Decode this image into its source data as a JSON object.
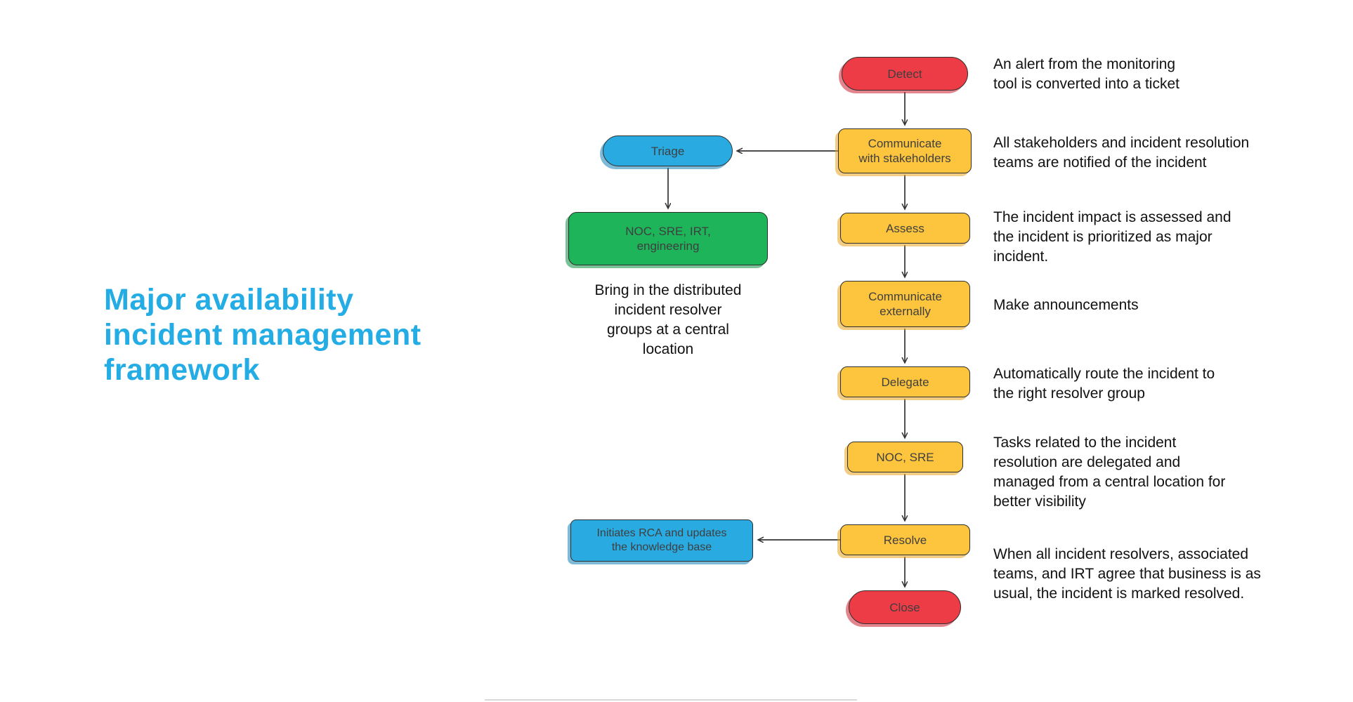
{
  "title": {
    "text": "Major availability\nincident management\nframework",
    "color": "#24ace4"
  },
  "flow": {
    "nodes": [
      {
        "id": "detect",
        "label": "Detect",
        "shape": "pill",
        "color": "#ee3c46"
      },
      {
        "id": "communicate-stakeholders",
        "label": "Communicate\nwith stakeholders",
        "shape": "rect",
        "color": "#fdc53e"
      },
      {
        "id": "triage",
        "label": "Triage",
        "shape": "pill",
        "color": "#29abe2"
      },
      {
        "id": "noc-sre-irt-engineering",
        "label": "NOC, SRE, IRT,\nengineering",
        "shape": "rect",
        "color": "#1db45a"
      },
      {
        "id": "assess",
        "label": "Assess",
        "shape": "rect",
        "color": "#fdc53e"
      },
      {
        "id": "communicate-externally",
        "label": "Communicate\nexternally",
        "shape": "rect",
        "color": "#fdc53e"
      },
      {
        "id": "delegate",
        "label": "Delegate",
        "shape": "rect",
        "color": "#fdc53e"
      },
      {
        "id": "noc-sre",
        "label": "NOC, SRE",
        "shape": "rect",
        "color": "#fdc53e"
      },
      {
        "id": "resolve",
        "label": "Resolve",
        "shape": "rect",
        "color": "#fdc53e"
      },
      {
        "id": "initiates-rca",
        "label": "Initiates RCA and updates\nthe knowledge base",
        "shape": "rect",
        "color": "#29abe2"
      },
      {
        "id": "close",
        "label": "Close",
        "shape": "pill",
        "color": "#ee3c46"
      }
    ],
    "side_note": "Bring in the distributed\nincident resolver\ngroups at a central\nlocation"
  },
  "annotations": [
    {
      "for": "detect",
      "text": "An alert from the monitoring\ntool is converted into a ticket"
    },
    {
      "for": "communicate-stakeholders",
      "text": "All stakeholders and incident resolution\nteams are notified of the incident"
    },
    {
      "for": "assess",
      "text": "The incident impact is assessed and\nthe incident is prioritized as major\nincident."
    },
    {
      "for": "communicate-externally",
      "text": "Make announcements"
    },
    {
      "for": "delegate",
      "text": "Automatically route the incident to\nthe right resolver group"
    },
    {
      "for": "noc-sre",
      "text": "Tasks related to the incident\nresolution are delegated and\nmanaged from a central location for\nbetter visibility"
    },
    {
      "for": "resolve",
      "text": "When all incident resolvers, associated\nteams, and IRT agree that business is as\nusual,  the incident is marked resolved."
    }
  ],
  "colors": {
    "node_red": "#ee3c46",
    "node_yellow": "#fdc53e",
    "node_blue": "#29abe2",
    "node_green": "#1db45a",
    "title_blue": "#24ace4",
    "edge": "#333333"
  }
}
